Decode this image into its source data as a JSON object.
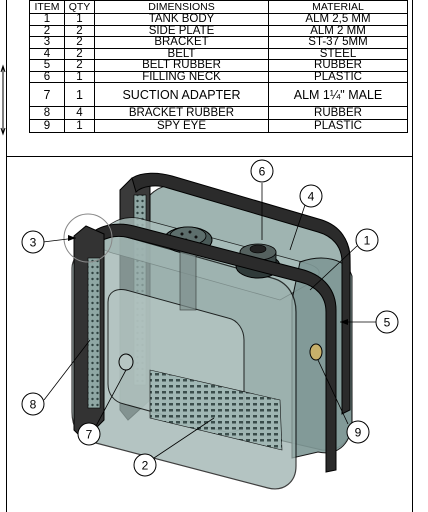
{
  "bom": {
    "headers": [
      "ITEM",
      "QTY",
      "DIMENSIONS",
      "MATERIAL"
    ],
    "rows": [
      {
        "item": "1",
        "qty": "1",
        "dimension": "TANK BODY",
        "material": "ALM 2,5 MM"
      },
      {
        "item": "2",
        "qty": "2",
        "dimension": "SIDE PLATE",
        "material": "ALM  2 MM"
      },
      {
        "item": "3",
        "qty": "2",
        "dimension": "BRACKET",
        "material": "ST-37 5MM"
      },
      {
        "item": "4",
        "qty": "2",
        "dimension": "BELT",
        "material": "STEEL"
      },
      {
        "item": "5",
        "qty": "2",
        "dimension": "BELT RUBBER",
        "material": "RUBBER"
      },
      {
        "item": "6",
        "qty": "1",
        "dimension": "FILLING NECK",
        "material": "PLASTIC"
      },
      {
        "item": "7",
        "qty": "1",
        "dimension": "SUCTION ADAPTER",
        "material": "ALM 1¼\" MALE"
      },
      {
        "item": "8",
        "qty": "4",
        "dimension": "BRACKET RUBBER",
        "material": "RUBBER"
      },
      {
        "item": "9",
        "qty": "1",
        "dimension": "SPY EYE",
        "material": "PLASTIC"
      }
    ]
  },
  "callouts": [
    "1",
    "2",
    "3",
    "4",
    "5",
    "6",
    "7",
    "8",
    "9"
  ],
  "colors": {
    "tank_fill": "#8fa7a4",
    "tank_dark": "#4f6664",
    "belt": "#2b2b2b",
    "line": "#000000"
  }
}
